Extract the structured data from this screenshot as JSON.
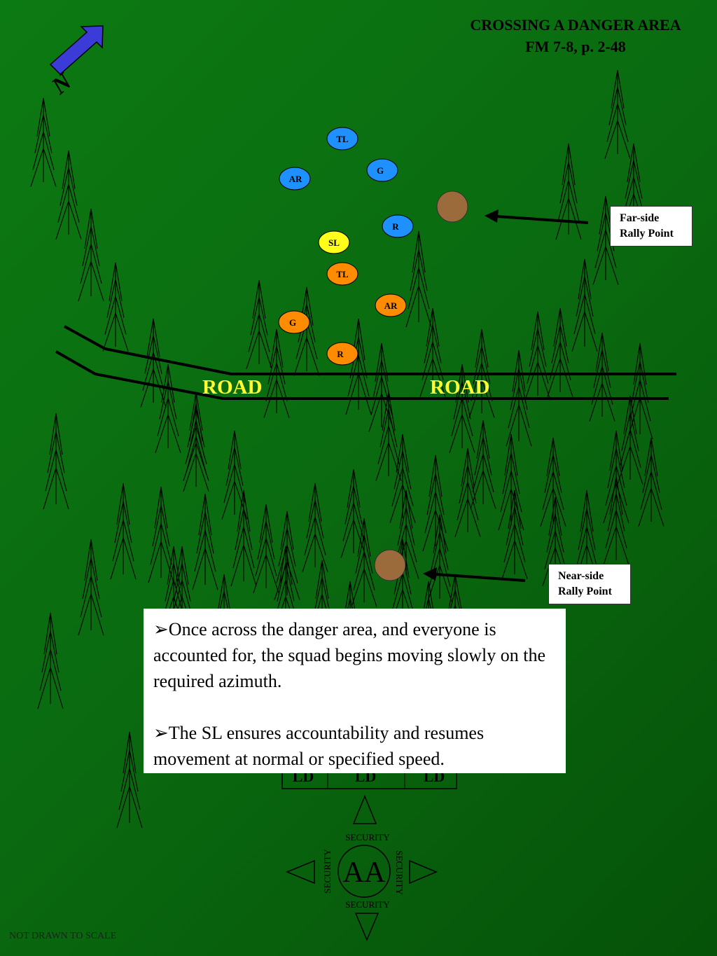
{
  "title": {
    "line1": "CROSSING A DANGER AREA",
    "line2": "FM 7-8, p. 2-48"
  },
  "north_label": "N",
  "road_labels": [
    "ROAD",
    "ROAD"
  ],
  "far_team": {
    "color": "#1e90ff",
    "members": [
      "TL",
      "G",
      "AR",
      "R"
    ]
  },
  "squad_leader": {
    "label": "SL",
    "color": "#ffff1a"
  },
  "near_team": {
    "color": "#ff8c00",
    "members": [
      "TL",
      "AR",
      "G",
      "R"
    ]
  },
  "rally_point_color": "#9b6b3c",
  "far_side_callout": {
    "line1": "Far-side",
    "line2": "Rally Point"
  },
  "near_side_callout": {
    "line1": "Near-side",
    "line2": "Rally Point"
  },
  "info_box": {
    "bullet": "➢",
    "p1": "Once across the danger area, and everyone is accounted for, the squad begins moving slowly on the required azimuth.",
    "p2": "The SL ensures accountability and resumes movement at normal or specified speed."
  },
  "lp_labels": [
    "LD",
    "LD",
    "LD"
  ],
  "assembly_area": {
    "label": "AA",
    "security_top": "SECURITY",
    "security_bottom": "SECURITY",
    "security_left": "SECURITY",
    "security_right": "SECURITY"
  },
  "footnote": "NOT DRAWN TO SCALE",
  "colors": {
    "background_top": "#0c7a12",
    "background_bottom": "#055208",
    "north_arrow": "#3b3bd8",
    "road_label": "#ffff33"
  }
}
